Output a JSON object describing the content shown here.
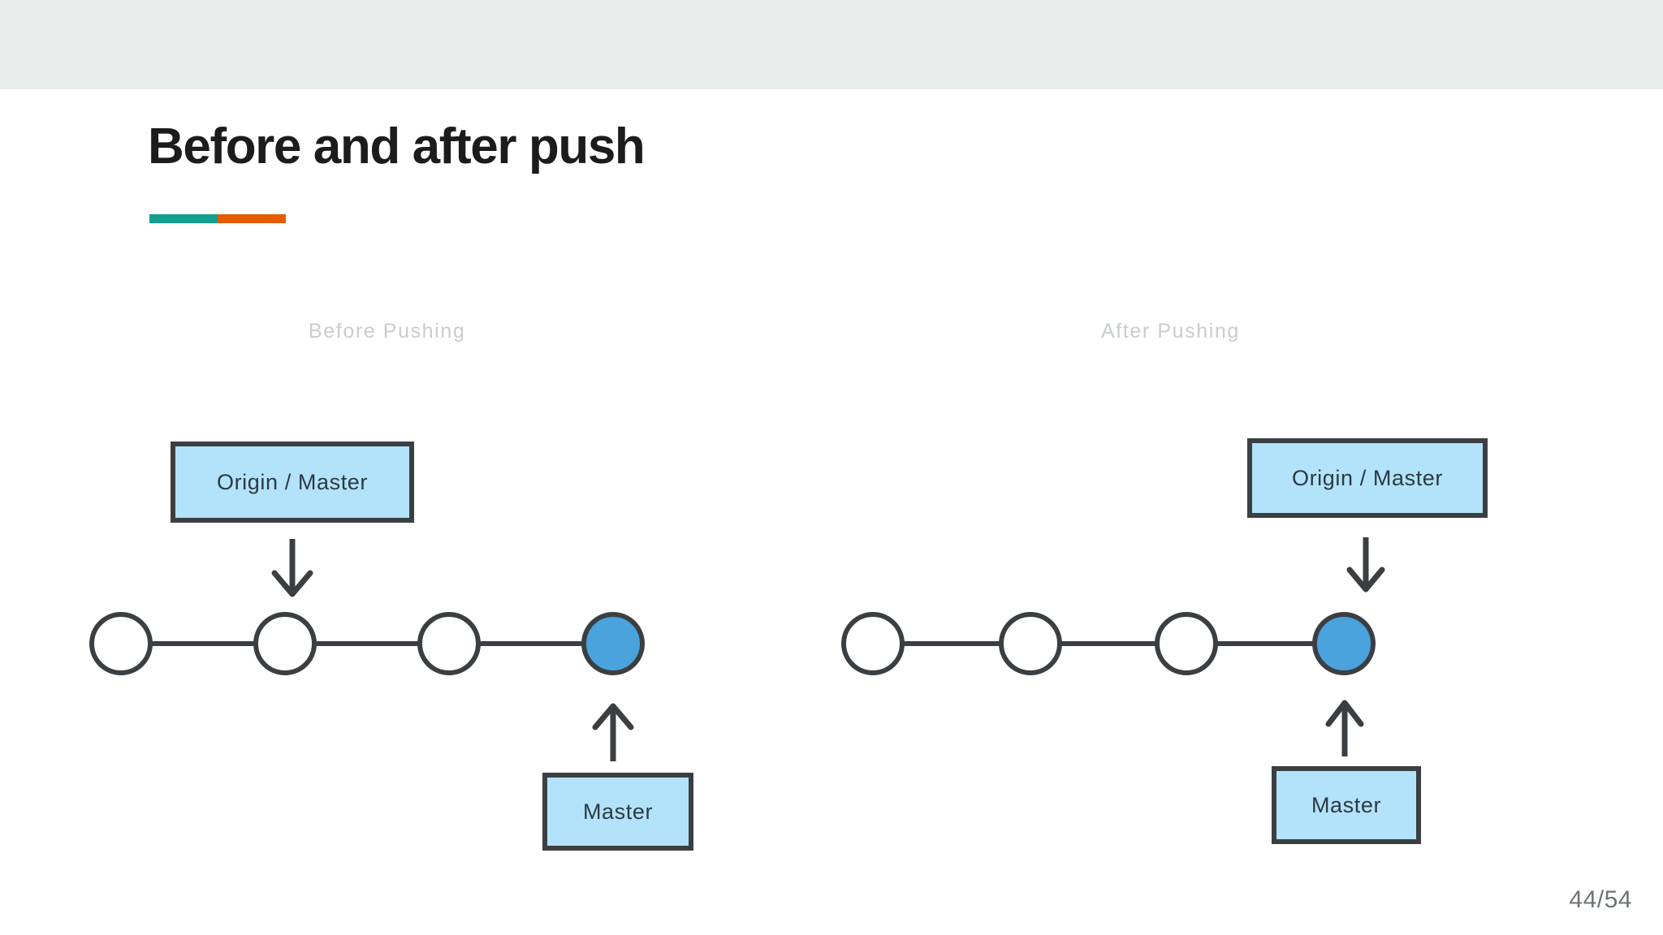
{
  "slide": {
    "title": "Before and after push",
    "page_number": "44/54",
    "accent": {
      "teal": "#149e8e",
      "orange": "#e65c00"
    },
    "colors": {
      "header_band": "#e9edec",
      "box_fill": "#b3e3fa",
      "stroke": "#3b3f42",
      "commit_filled": "#4aa3dd",
      "caption_text": "#c9cdcd",
      "title_text": "#1c1c1c",
      "page_number_text": "#6f7476"
    }
  },
  "panels": [
    {
      "id": "before",
      "caption": "Before Pushing",
      "origin_box": {
        "label": "Origin / Master",
        "attached_to_commit": 2
      },
      "local_box": {
        "label": "Master",
        "attached_to_commit": 4
      },
      "commits": [
        {
          "index": 1,
          "state": "unpushed-none",
          "filled": false
        },
        {
          "index": 2,
          "state": "on-origin",
          "filled": false
        },
        {
          "index": 3,
          "state": "local-only",
          "filled": false
        },
        {
          "index": 4,
          "state": "local-head",
          "filled": true
        }
      ],
      "down_arrow": {
        "icon": "arrow-down-icon",
        "from": "origin-master-box",
        "to": "commit-2"
      },
      "up_arrow": {
        "icon": "arrow-up-icon",
        "from": "master-box",
        "to": "commit-4"
      }
    },
    {
      "id": "after",
      "caption": "After Pushing",
      "origin_box": {
        "label": "Origin / Master",
        "attached_to_commit": 4
      },
      "local_box": {
        "label": "Master",
        "attached_to_commit": 4
      },
      "commits": [
        {
          "index": 1,
          "state": "pushed",
          "filled": false
        },
        {
          "index": 2,
          "state": "pushed",
          "filled": false
        },
        {
          "index": 3,
          "state": "pushed",
          "filled": false
        },
        {
          "index": 4,
          "state": "head",
          "filled": true
        }
      ],
      "down_arrow": {
        "icon": "arrow-down-icon",
        "from": "origin-master-box",
        "to": "commit-4"
      },
      "up_arrow": {
        "icon": "arrow-up-icon",
        "from": "master-box",
        "to": "commit-4"
      }
    }
  ]
}
